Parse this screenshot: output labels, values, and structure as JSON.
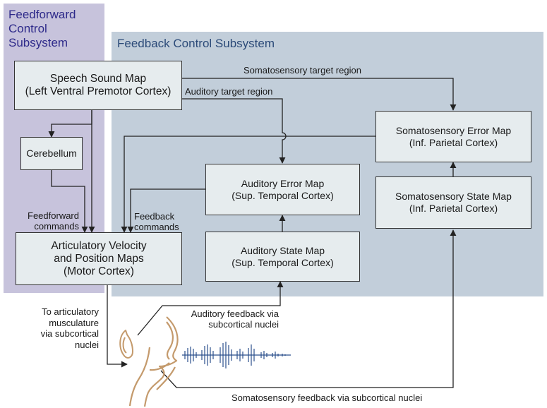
{
  "regions": {
    "feedforward": {
      "title": "Feedforward\nControl\nSubsystem",
      "fill": "#c7c3dc",
      "title_color": "#2e2a8a"
    },
    "feedback": {
      "title": "Feedback Control Subsystem",
      "fill": "#c2ceda",
      "title_color": "#2b4a78"
    }
  },
  "boxes": {
    "speech_sound_map": {
      "line1": "Speech Sound Map",
      "line2": "(Left Ventral Premotor Cortex)"
    },
    "cerebellum": {
      "line1": "Cerebellum"
    },
    "motor_maps": {
      "line1": "Articulatory Velocity",
      "line2": "and Position Maps",
      "line3": "(Motor Cortex)"
    },
    "auditory_error_map": {
      "line1": "Auditory Error Map",
      "line2": "(Sup. Temporal Cortex)"
    },
    "auditory_state_map": {
      "line1": "Auditory State Map",
      "line2": "(Sup. Temporal Cortex)"
    },
    "somatosensory_error_map": {
      "line1": "Somatosensory Error Map",
      "line2": "(Inf. Parietal Cortex)"
    },
    "somatosensory_state_map": {
      "line1": "Somatosensory State Map",
      "line2": "(Inf. Parietal Cortex)"
    }
  },
  "labels": {
    "somatosensory_target": "Somatosensory target region",
    "auditory_target": "Auditory target region",
    "feedforward_commands": "Feedforward\ncommands",
    "feedback_commands": "Feedback\ncommands",
    "to_musculature": "To articulatory\nmusculature\nvia subcortical\nnuclei",
    "auditory_feedback": "Auditory feedback via\nsubcortical nuclei",
    "somatosensory_feedback": "Somatosensory feedback via subcortical nuclei"
  },
  "icons": {
    "head": "head-profile-icon",
    "ear": "ear-icon",
    "waveform": "sound-waveform-icon"
  },
  "colors": {
    "box_fill": "#e6ecee",
    "line": "#222222",
    "head_outline": "#c49a6c",
    "waveform": "#2b4f8c"
  }
}
